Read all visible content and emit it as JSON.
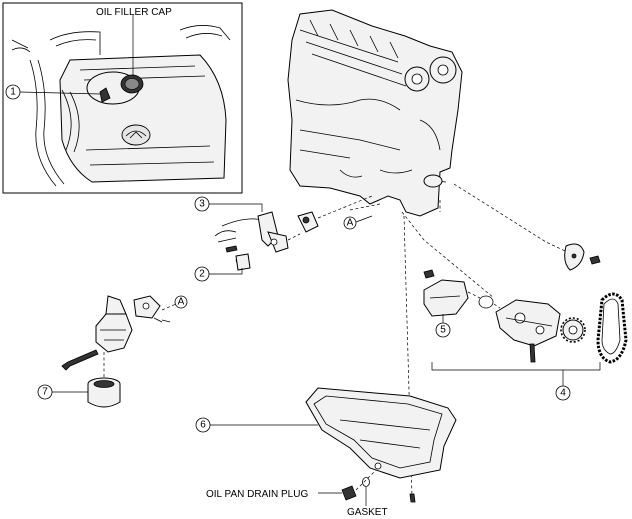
{
  "labels": {
    "oil_filler_cap": "OIL FILLER CAP",
    "oil_pan_drain_plug": "OIL PAN DRAIN PLUG",
    "gasket": "GASKET"
  },
  "callouts": {
    "c1": "1",
    "c2": "2",
    "c3": "3",
    "c4": "4",
    "c5": "5",
    "c6": "6",
    "c7": "7",
    "ref_a1": "A",
    "ref_a2": "A"
  }
}
